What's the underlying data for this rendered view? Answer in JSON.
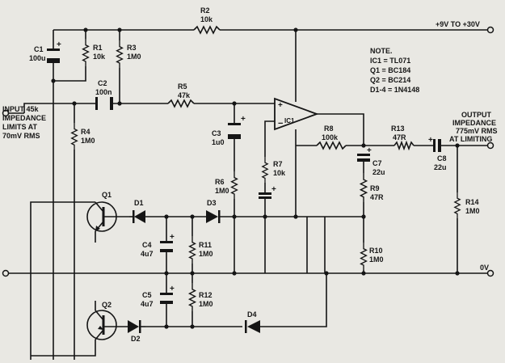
{
  "rails": {
    "supply": "+9V TO +30V",
    "ground": "0V"
  },
  "input_note": [
    "INPUT 45k",
    "IMPEDANCE",
    "LIMITS AT",
    "70mV RMS"
  ],
  "output_note": [
    "OUTPUT",
    "IMPEDANCE",
    "775mV RMS",
    "AT LIMITING"
  ],
  "parts_note": {
    "heading": "NOTE.",
    "lines": [
      "IC1 = TL071",
      "Q1 = BC184",
      "Q2 = BC214",
      "D1-4 = 1N4148"
    ]
  },
  "components": {
    "c1": [
      "C1",
      "100u"
    ],
    "r1": [
      "R1",
      "10k"
    ],
    "r3": [
      "R3",
      "1M0"
    ],
    "r2": [
      "R2",
      "10k"
    ],
    "c2": [
      "C2",
      "100n"
    ],
    "r5": [
      "R5",
      "47k"
    ],
    "r4": [
      "R4",
      "1M0"
    ],
    "c3": [
      "C3",
      "1u0"
    ],
    "ic1": [
      "IC1"
    ],
    "r8": [
      "R8",
      "100k"
    ],
    "r13": [
      "R13",
      "47R"
    ],
    "c7": [
      "C7",
      "22u"
    ],
    "c8": [
      "C8",
      "22u"
    ],
    "r9": [
      "R9",
      "47R"
    ],
    "r14": [
      "R14",
      "1M0"
    ],
    "r7": [
      "R7",
      "10k"
    ],
    "r6": [
      "R6",
      "1M0"
    ],
    "r10": [
      "R10",
      "1M0"
    ],
    "q1": [
      "Q1"
    ],
    "d1": [
      "D1"
    ],
    "d3": [
      "D3"
    ],
    "c4": [
      "C4",
      "4u7"
    ],
    "r11": [
      "R11",
      "1M0"
    ],
    "c5": [
      "C5",
      "4u7"
    ],
    "r12": [
      "R12",
      "1M0"
    ],
    "q2": [
      "Q2"
    ],
    "d2": [
      "D2"
    ],
    "d4": [
      "D4"
    ]
  },
  "opamp_pins": {
    "plus": "+",
    "minus": "−"
  }
}
